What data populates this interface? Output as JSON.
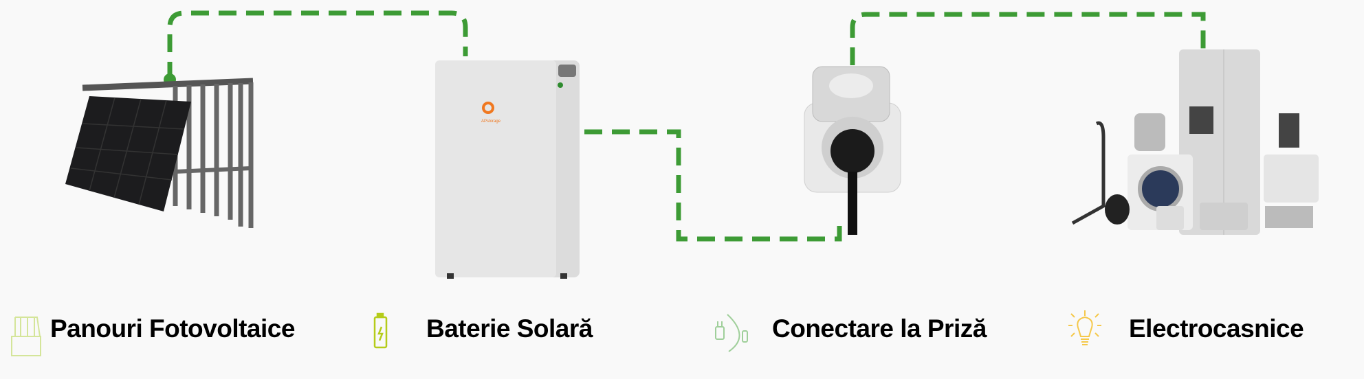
{
  "colors": {
    "connector": "#3d9b35",
    "background": "#f9f9f9",
    "panel_icon": "#d4e59a",
    "battery_icon": "#b5cc1a",
    "plug_icon": "#9fcf9a",
    "bulb_icon": "#f5c84a",
    "logo": "#f07820"
  },
  "steps": [
    {
      "label": "Panouri Fotovoltaice",
      "icon": "solar-panel-icon"
    },
    {
      "label": "Baterie Solară",
      "icon": "battery-icon"
    },
    {
      "label": "Conectare la Priză",
      "icon": "plug-icon"
    },
    {
      "label": "Electrocasnice",
      "icon": "light-bulb-icon"
    }
  ]
}
